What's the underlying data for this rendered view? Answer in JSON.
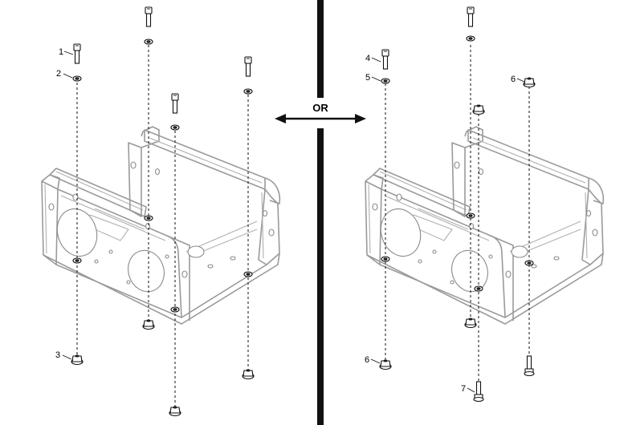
{
  "divider_label": "OR",
  "callouts_left": [
    "1",
    "2",
    "3"
  ],
  "callouts_right": [
    "4",
    "5",
    "6",
    "6",
    "7"
  ],
  "colors": {
    "line": "#111111",
    "frame": "#9a9a9a",
    "divider": "#111111"
  }
}
